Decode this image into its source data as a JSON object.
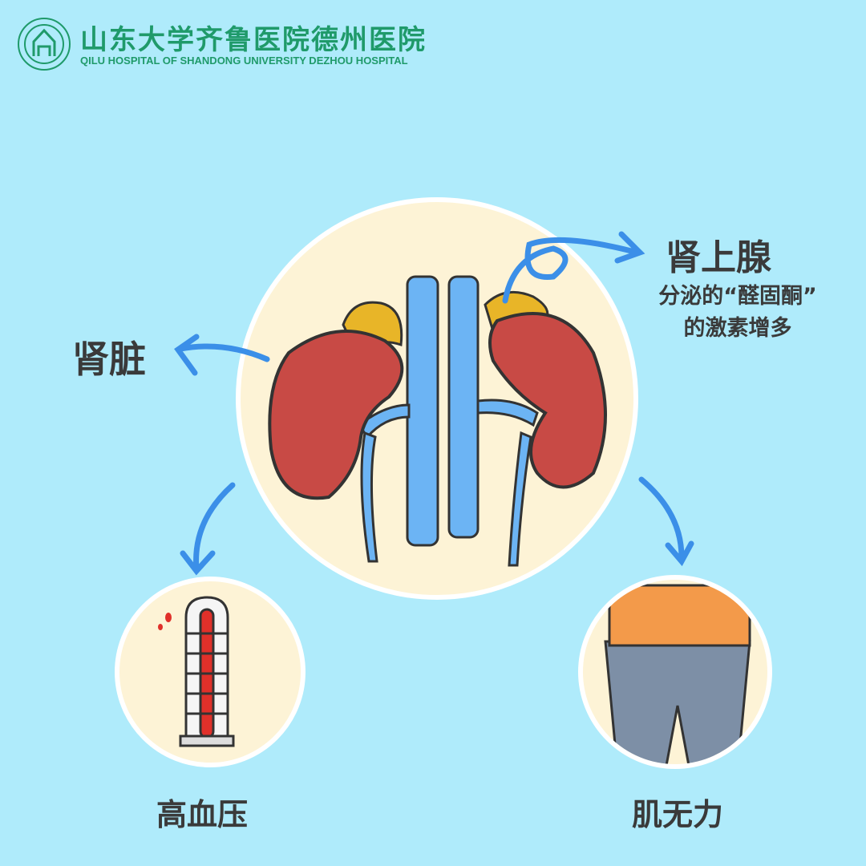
{
  "logo": {
    "name_cn": "山东大学齐鲁医院德州医院",
    "name_en": "QILU HOSPITAL OF SHANDONG UNIVERSITY DEZHOU HOSPITAL"
  },
  "labels": {
    "kidney": "肾脏",
    "adrenal": "肾上腺",
    "adrenal_desc_1": "分泌的“醛固酮”",
    "adrenal_desc_2": "的激素增多",
    "high_blood_pressure": "高血压",
    "muscle_weakness": "肌无力"
  },
  "colors": {
    "background": "#afebfb",
    "circle": "#fdf3d6",
    "kidney": "#c84a45",
    "vessel": "#6cb4f4",
    "adrenal": "#e8b528",
    "arrow": "#3b8fe8",
    "text": "#3a3a3a"
  }
}
